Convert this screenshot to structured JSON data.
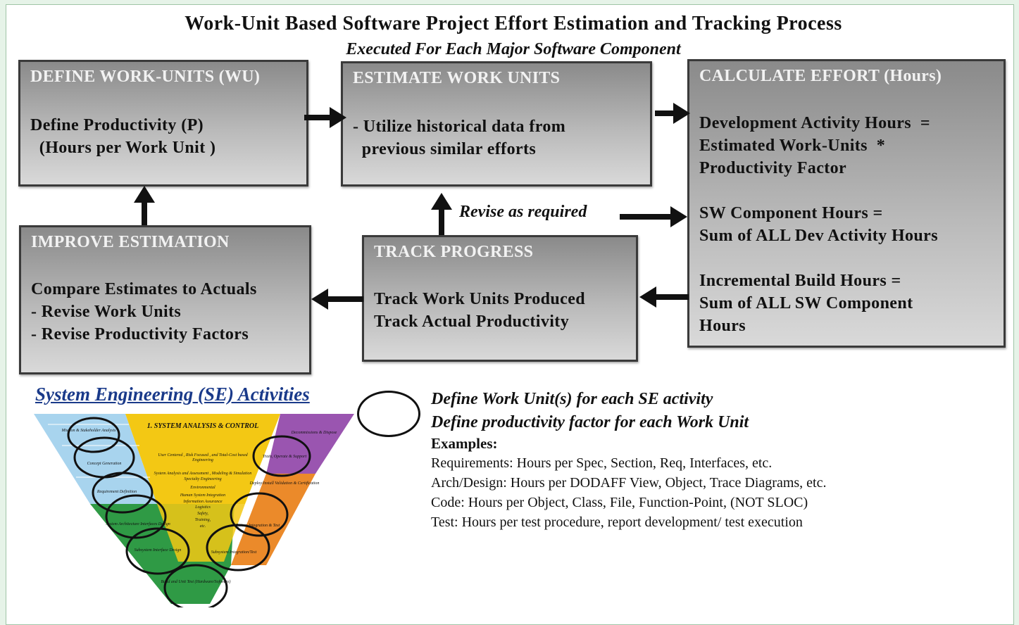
{
  "title": "Work-Unit Based Software Project Effort Estimation and Tracking Process",
  "subtitle": "Executed For Each Major Software Component",
  "boxes": {
    "define": {
      "heading": "DEFINE WORK-UNITS (WU)",
      "body": "Define Productivity (P)\n  (Hours per Work Unit )"
    },
    "estimate": {
      "heading": "ESTIMATE WORK UNITS",
      "body": "- Utilize historical data from\n  previous similar efforts"
    },
    "calculate": {
      "heading": "CALCULATE  EFFORT (Hours)",
      "body": "Development Activity Hours  =\nEstimated Work-Units  *\nProductivity Factor\n\nSW Component Hours =\nSum of ALL Dev Activity Hours\n\nIncremental Build Hours =\nSum of ALL SW Component\nHours"
    },
    "improve": {
      "heading": "IMPROVE ESTIMATION",
      "body": "Compare Estimates to Actuals\n- Revise Work Units\n- Revise Productivity Factors"
    },
    "track": {
      "heading": "TRACK PROGRESS",
      "body": "Track Work Units Produced\nTrack Actual Productivity"
    }
  },
  "revise_label": "Revise as required",
  "se": {
    "title": "System Engineering (SE) Activities",
    "define_wu": "Define Work Unit(s) for each SE activity",
    "define_pf": "Define productivity factor for each Work Unit",
    "examples_label": "Examples:",
    "examples": [
      "Requirements: Hours per Spec, Section, Req, Interfaces, etc.",
      "Arch/Design: Hours per DODAFF View, Object, Trace Diagrams, etc.",
      "Code: Hours per Object, Class, File, Function-Point, (NOT SLOC)",
      "Test:  Hours per test procedure, report development/ test execution"
    ]
  },
  "funnel": {
    "center_title": "1. SYSTEM ANALYSIS & CONTROL",
    "center_lines": [
      "User Centered , Risk Focused , and Total-Cost based",
      "Engineering",
      "System Analysis and Assessment , Modeling & Simulation",
      "Specialty Engineering",
      "Human System Integration",
      "Environmental",
      "Information Assurance",
      "Logistics",
      "Safety,",
      "Training,",
      "etc."
    ],
    "left_items": [
      "Mission & Stakeholder Analysis",
      "Concept Generation",
      "Requirement Definition",
      "System Architecture Interfaces Design",
      "Subsystem Interface Design"
    ],
    "right_items": [
      "Decommissions & Dispose",
      "Train, Operate & Support",
      "Deploy/Install Validation & Certification",
      "System Integration & Test",
      "Subsystem Integration/Test"
    ],
    "bottom_item": "Build and Unit Test (Hardware/Software)",
    "colors": {
      "yellow": "#f3c814",
      "blue": "#a8d4ee",
      "purple": "#9a55b0",
      "orange": "#eb8a2a",
      "green": "#2f9a45",
      "light_green": "#5fcf5f",
      "circle": "#111111"
    }
  }
}
